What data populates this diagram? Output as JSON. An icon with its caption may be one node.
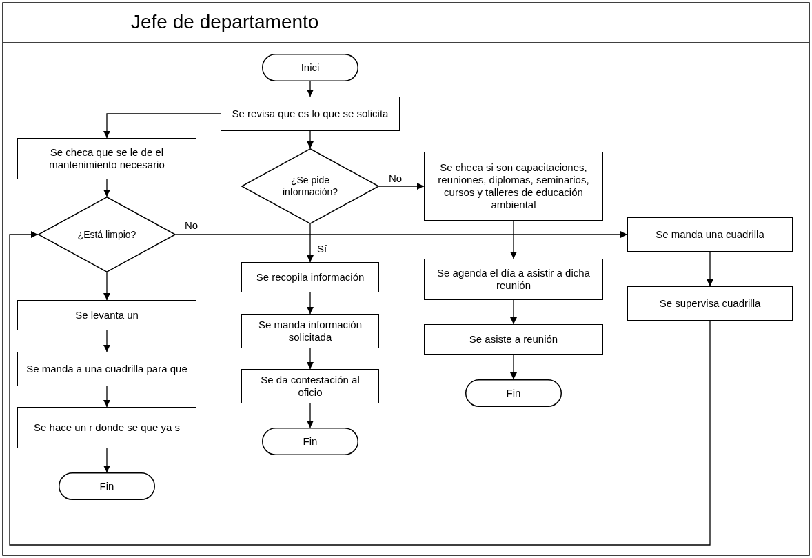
{
  "diagram": {
    "nodes": [
      {
        "text": [
          "Inici"
        ]
      },
      {
        "text": [
          "Se revisa que es lo que se solicita"
        ]
      },
      {
        "text": [
          "Se checa si son capacitaciones, reuniones, diplomas, seminarios, cursos y talleres de educación ambiental"
        ]
      },
      {
        "text": [
          "¿Está limpio?"
        ]
      },
      {
        "text": [
          "Se manda una cuadrilla"
        ]
      },
      {
        "text": [
          "Se supervisa cuadrilla"
        ]
      },
      {
        "text": [
          "Se checa que se le de el mantenimiento necesario"
        ]
      },
      {
        "text": [
          "Se levanta un"
        ]
      },
      {
        "text": [
          "Se manda a una cuadrilla para que"
        ]
      },
      {
        "text": [
          "Se hace un r donde se que ya s"
        ]
      },
      {
        "text": [
          "Fin"
        ]
      },
      {
        "text": [
          "¿Se pide información?"
        ]
      },
      {
        "text": [
          "Se recopila información"
        ]
      },
      {
        "text": [
          "Se manda información solicitada"
        ]
      },
      {
        "text": [
          "Se da contestación al oficio"
        ]
      },
      {
        "text": [
          "Fin"
        ]
      },
      {
        "text": [
          "Se agenda el día a asistir a dicha reunión"
        ]
      },
      {
        "text": [
          "Se asiste a reunión"
        ]
      },
      {
        "text": [
          "Fin"
        ]
      }
    ],
    "edges": [
      {
        "from": 0,
        "to": 1,
        "arrow": "to"
      },
      {
        "from": 1,
        "to": 11,
        "arrow": "to"
      },
      {
        "from": 11,
        "to": 12,
        "arrow": "to",
        "label": "Sí"
      },
      {
        "from": 12,
        "to": 13,
        "arrow": "to"
      },
      {
        "from": 13,
        "to": 14,
        "arrow": "to"
      },
      {
        "from": 14,
        "to": 15,
        "arrow": "to"
      },
      {
        "from": 11,
        "to": 2,
        "arrow": "to",
        "label": "No"
      },
      {
        "from": 2,
        "to": 16,
        "arrow": "to"
      },
      {
        "from": 16,
        "to": 17,
        "arrow": "to"
      },
      {
        "from": 17,
        "to": 18,
        "arrow": "to"
      },
      {
        "from": 1,
        "to": 6,
        "arrow": "to"
      },
      {
        "from": 6,
        "to": 3,
        "arrow": "to"
      },
      {
        "from": 3,
        "to": 4,
        "arrow": "to",
        "label": "No"
      },
      {
        "from": 4,
        "to": 5,
        "arrow": "to"
      },
      {
        "from": 5,
        "to": 3,
        "arrow": "to"
      },
      {
        "from": 3,
        "to": 7,
        "arrow": "to"
      },
      {
        "from": 7,
        "to": 8,
        "arrow": "to"
      },
      {
        "from": 8,
        "to": 9,
        "arrow": "to"
      },
      {
        "from": 9,
        "to": 10,
        "arrow": "to"
      }
    ],
    "labels": [
      "Jefe de departamento"
    ]
  }
}
